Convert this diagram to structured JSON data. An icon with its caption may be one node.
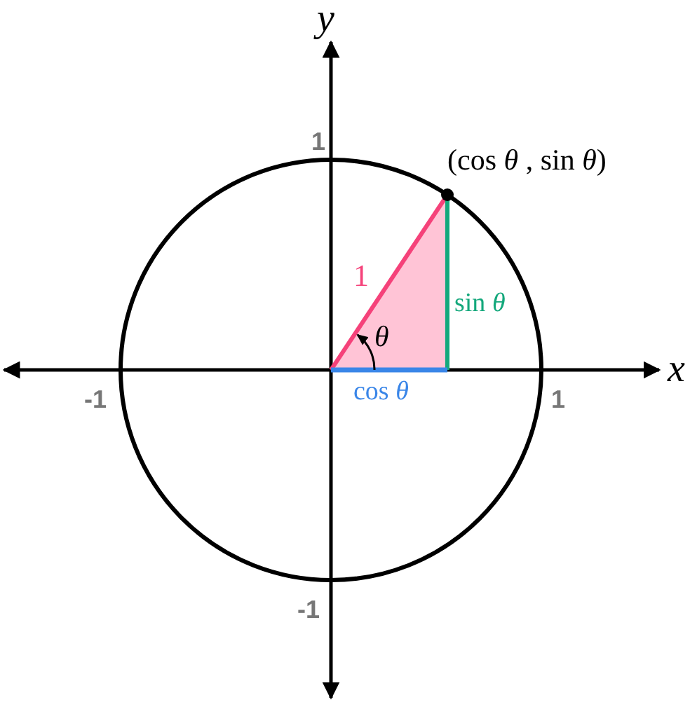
{
  "diagram": {
    "labels": [
      "y",
      "1",
      "(cos *θ* ,  sin *θ*)",
      "1",
      "sin *θ*",
      "θ",
      "x",
      "-1",
      "1",
      "cos *θ*",
      "-1"
    ]
  }
}
